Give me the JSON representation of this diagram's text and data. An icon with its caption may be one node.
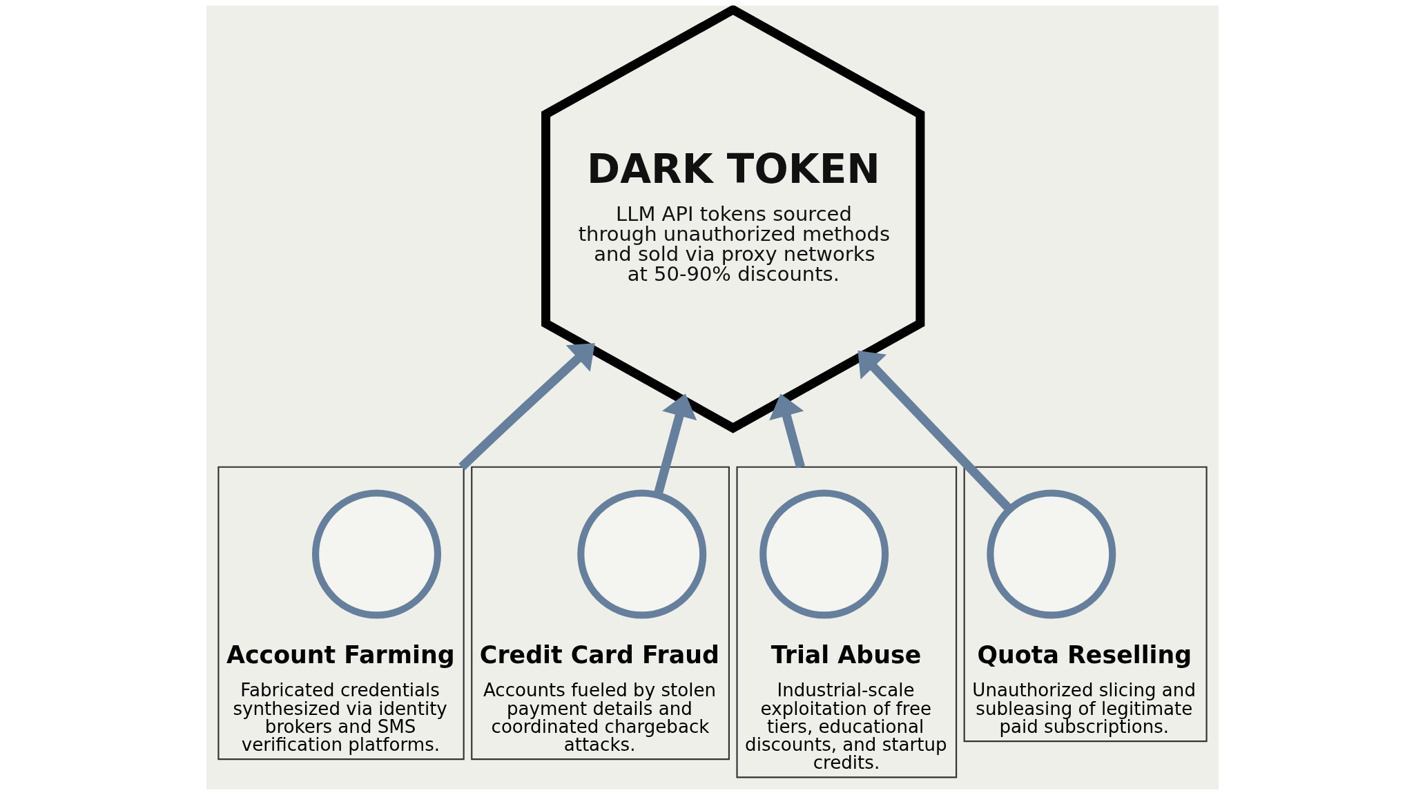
{
  "diagram": {
    "nodes": [
      {
        "text": [
          "Account Farming",
          "Fabricated credentials synthesized via identity brokers and SMS verification platforms."
        ]
      },
      {
        "text": [],
        "shape": "circle",
        "in": 0
      },
      {
        "text": [
          "Trial Abuse",
          "Industrial-scale exploitation of free tiers, educational discounts, and startup credits."
        ]
      },
      {
        "text": [],
        "shape": "circle",
        "in": 2
      },
      {
        "text": [
          "DARK TOKEN",
          "LLM API tokens sourced through unauthorized methods and sold via proxy networks at 50-90% discounts."
        ]
      },
      {
        "text": [
          "Credit Card Fraud",
          "Accounts fueled by stolen payment details and coordinated chargeback attacks."
        ]
      },
      {
        "text": [],
        "shape": "circle",
        "in": 5
      },
      {
        "text": [
          "Quota Reselling",
          "Unauthorized slicing and subleasing of legitimate paid subscriptions."
        ]
      },
      {
        "text": [],
        "shape": "circle",
        "in": 7
      }
    ],
    "edges": [
      {
        "from": 0,
        "to": 4,
        "arrow": "to"
      },
      {
        "from": 2,
        "to": 4,
        "arrow": "to"
      },
      {
        "from": 6,
        "to": 4,
        "arrow": "to"
      },
      {
        "from": 8,
        "to": 4,
        "arrow": "to"
      }
    ]
  }
}
